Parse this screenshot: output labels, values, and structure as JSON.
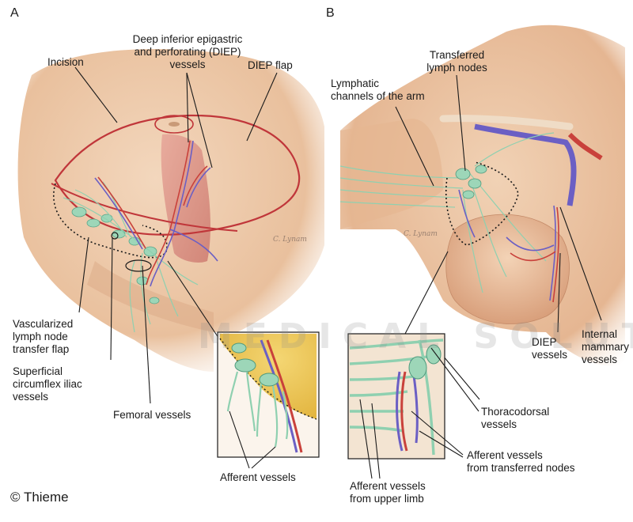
{
  "panels": {
    "a_letter": "A",
    "b_letter": "B"
  },
  "labels_a": {
    "incision": "Incision",
    "diep_vessels": "Deep inferior epigastric\nand perforating (DIEP)\nvessels",
    "diep_flap": "DIEP flap",
    "vascularized_flap": "Vascularized\nlymph node\ntransfer flap",
    "scia": "Superficial\ncircumflex iliac\nvessels",
    "femoral": "Femoral vessels",
    "afferent": "Afferent vessels"
  },
  "labels_b": {
    "transferred_nodes": "Transferred\nlymph nodes",
    "lymphatic_channels": "Lymphatic\nchannels of the arm",
    "thoracodorsal": "Thoracodorsal\nvessels",
    "diep_vessels": "DIEP\nvessels",
    "internal_mammary": "Internal\nmammary\nvessels",
    "afferent_transferred": "Afferent vessels\nfrom transferred nodes",
    "afferent_upper_limb": "Afferent vessels\nfrom upper limb"
  },
  "signature": "C. Lynam",
  "copyright": "© Thieme",
  "watermark": "MEDICAL SOLUTIONS",
  "colors": {
    "skin": "#edc8a8",
    "skin_shadow": "#d9a682",
    "muscle": "#d98f82",
    "incision": "#c0363a",
    "lymph": "#8fd0b0",
    "vein": "#6b5fc4",
    "artery": "#c9413b",
    "fat": "#e8c24e"
  }
}
